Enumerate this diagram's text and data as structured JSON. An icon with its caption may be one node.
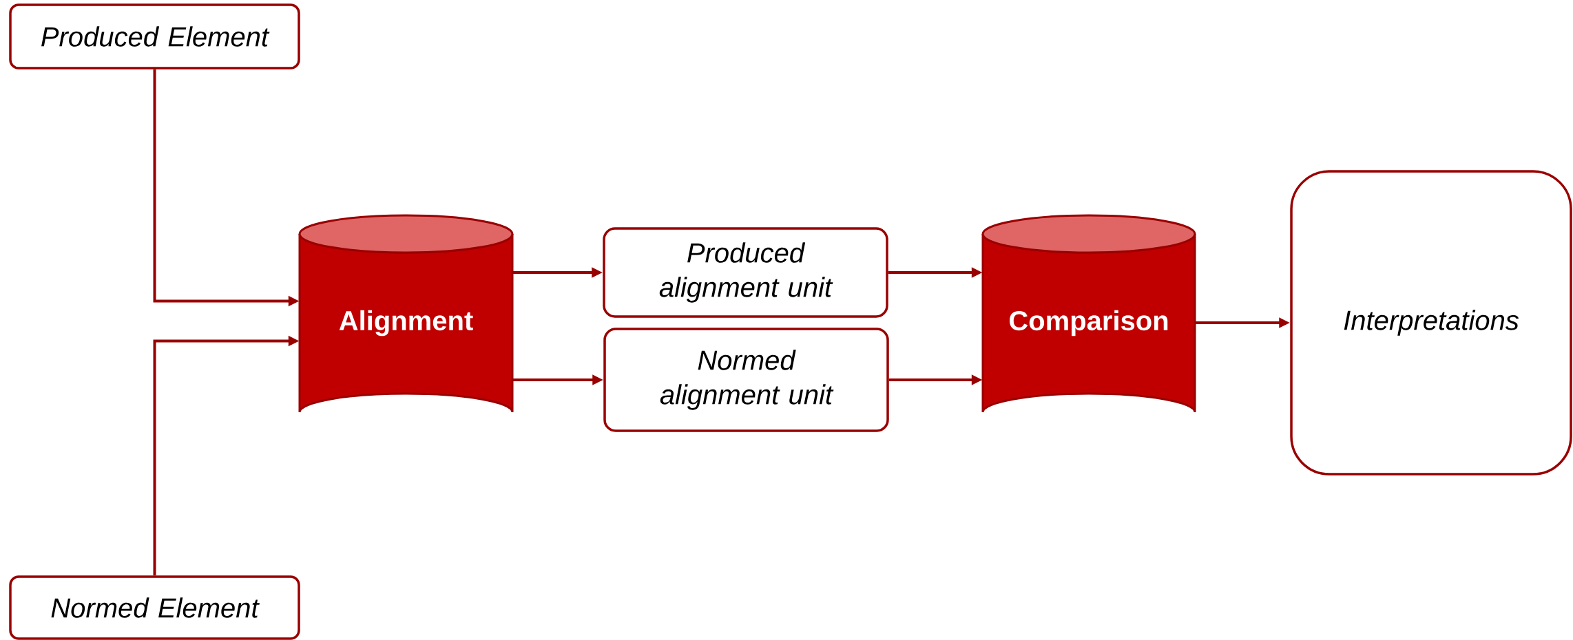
{
  "diagram": {
    "nodes": [
      {
        "text": [
          "Produced Element"
        ]
      },
      {
        "text": [
          "Normed Element"
        ]
      },
      {
        "text": [
          "Alignment"
        ]
      },
      {
        "text": [
          "Produced alignment unit"
        ]
      },
      {
        "text": [
          "Normed alignment unit"
        ]
      },
      {
        "text": [
          "Comparison"
        ]
      },
      {
        "text": [
          "Interpretations"
        ]
      }
    ],
    "edges": [
      {
        "from": 0,
        "to": 2,
        "arrow": "to"
      },
      {
        "from": 1,
        "to": 2,
        "arrow": "to"
      },
      {
        "from": 2,
        "to": 3,
        "arrow": "to"
      },
      {
        "from": 2,
        "to": 4,
        "arrow": "to"
      },
      {
        "from": 3,
        "to": 5,
        "arrow": "to"
      },
      {
        "from": 4,
        "to": 5,
        "arrow": "to"
      },
      {
        "from": 5,
        "to": 6,
        "arrow": "to"
      }
    ]
  }
}
